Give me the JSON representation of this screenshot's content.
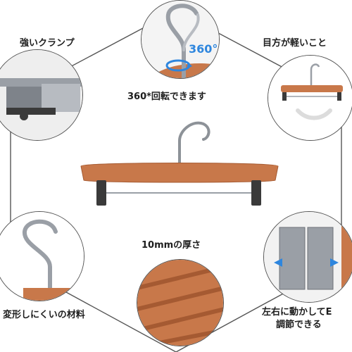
{
  "features": {
    "top_left": "強いクランプ",
    "top_center": "360*回転できます",
    "top_right": "目方が軽いこと",
    "center": "10mmの厚さ",
    "bottom_left": "変形しにくいの材料",
    "bottom_right_line1": "左右に動かしてE",
    "bottom_right_line2": "調節できる"
  },
  "badge": {
    "rotation": "360°"
  },
  "colors": {
    "wood": "#c8784a",
    "wood_dark": "#a55a32",
    "metal": "#9a9fa6",
    "clip": "#3a3a3a",
    "arrow": "#2e86de",
    "line": "#555555"
  },
  "icons": [
    "hanger-hook-icon",
    "rotate-arrow-icon",
    "clamp-icon",
    "wood-grain-icon"
  ]
}
